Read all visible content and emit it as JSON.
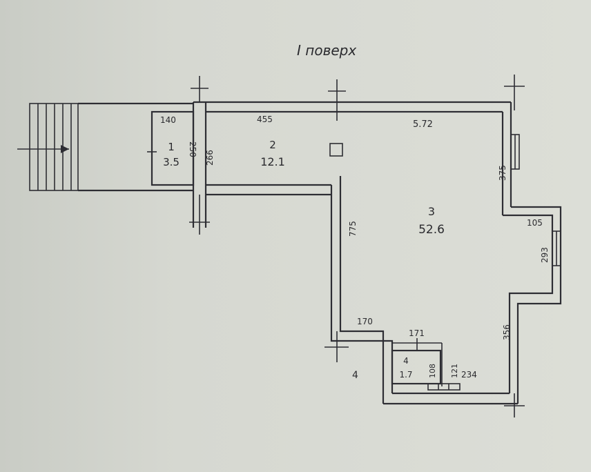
{
  "header": {
    "title": "I поверх"
  },
  "rooms": [
    {
      "number": "1",
      "area": "3.5"
    },
    {
      "number": "2",
      "area": "12.1"
    },
    {
      "number": "3",
      "area": "52.6"
    },
    {
      "number": "4",
      "area": "1.7"
    }
  ],
  "dimensions": {
    "d140": "140",
    "d250": "250",
    "d266": "266",
    "d455": "455",
    "d572": "5.72",
    "d375": "375",
    "d105": "105",
    "d293": "293",
    "d775": "775",
    "d356": "356",
    "d170": "170",
    "d171": "171",
    "d108": "108",
    "d121": "121",
    "d234": "234"
  },
  "labels": {
    "entrance_marker": "4"
  }
}
